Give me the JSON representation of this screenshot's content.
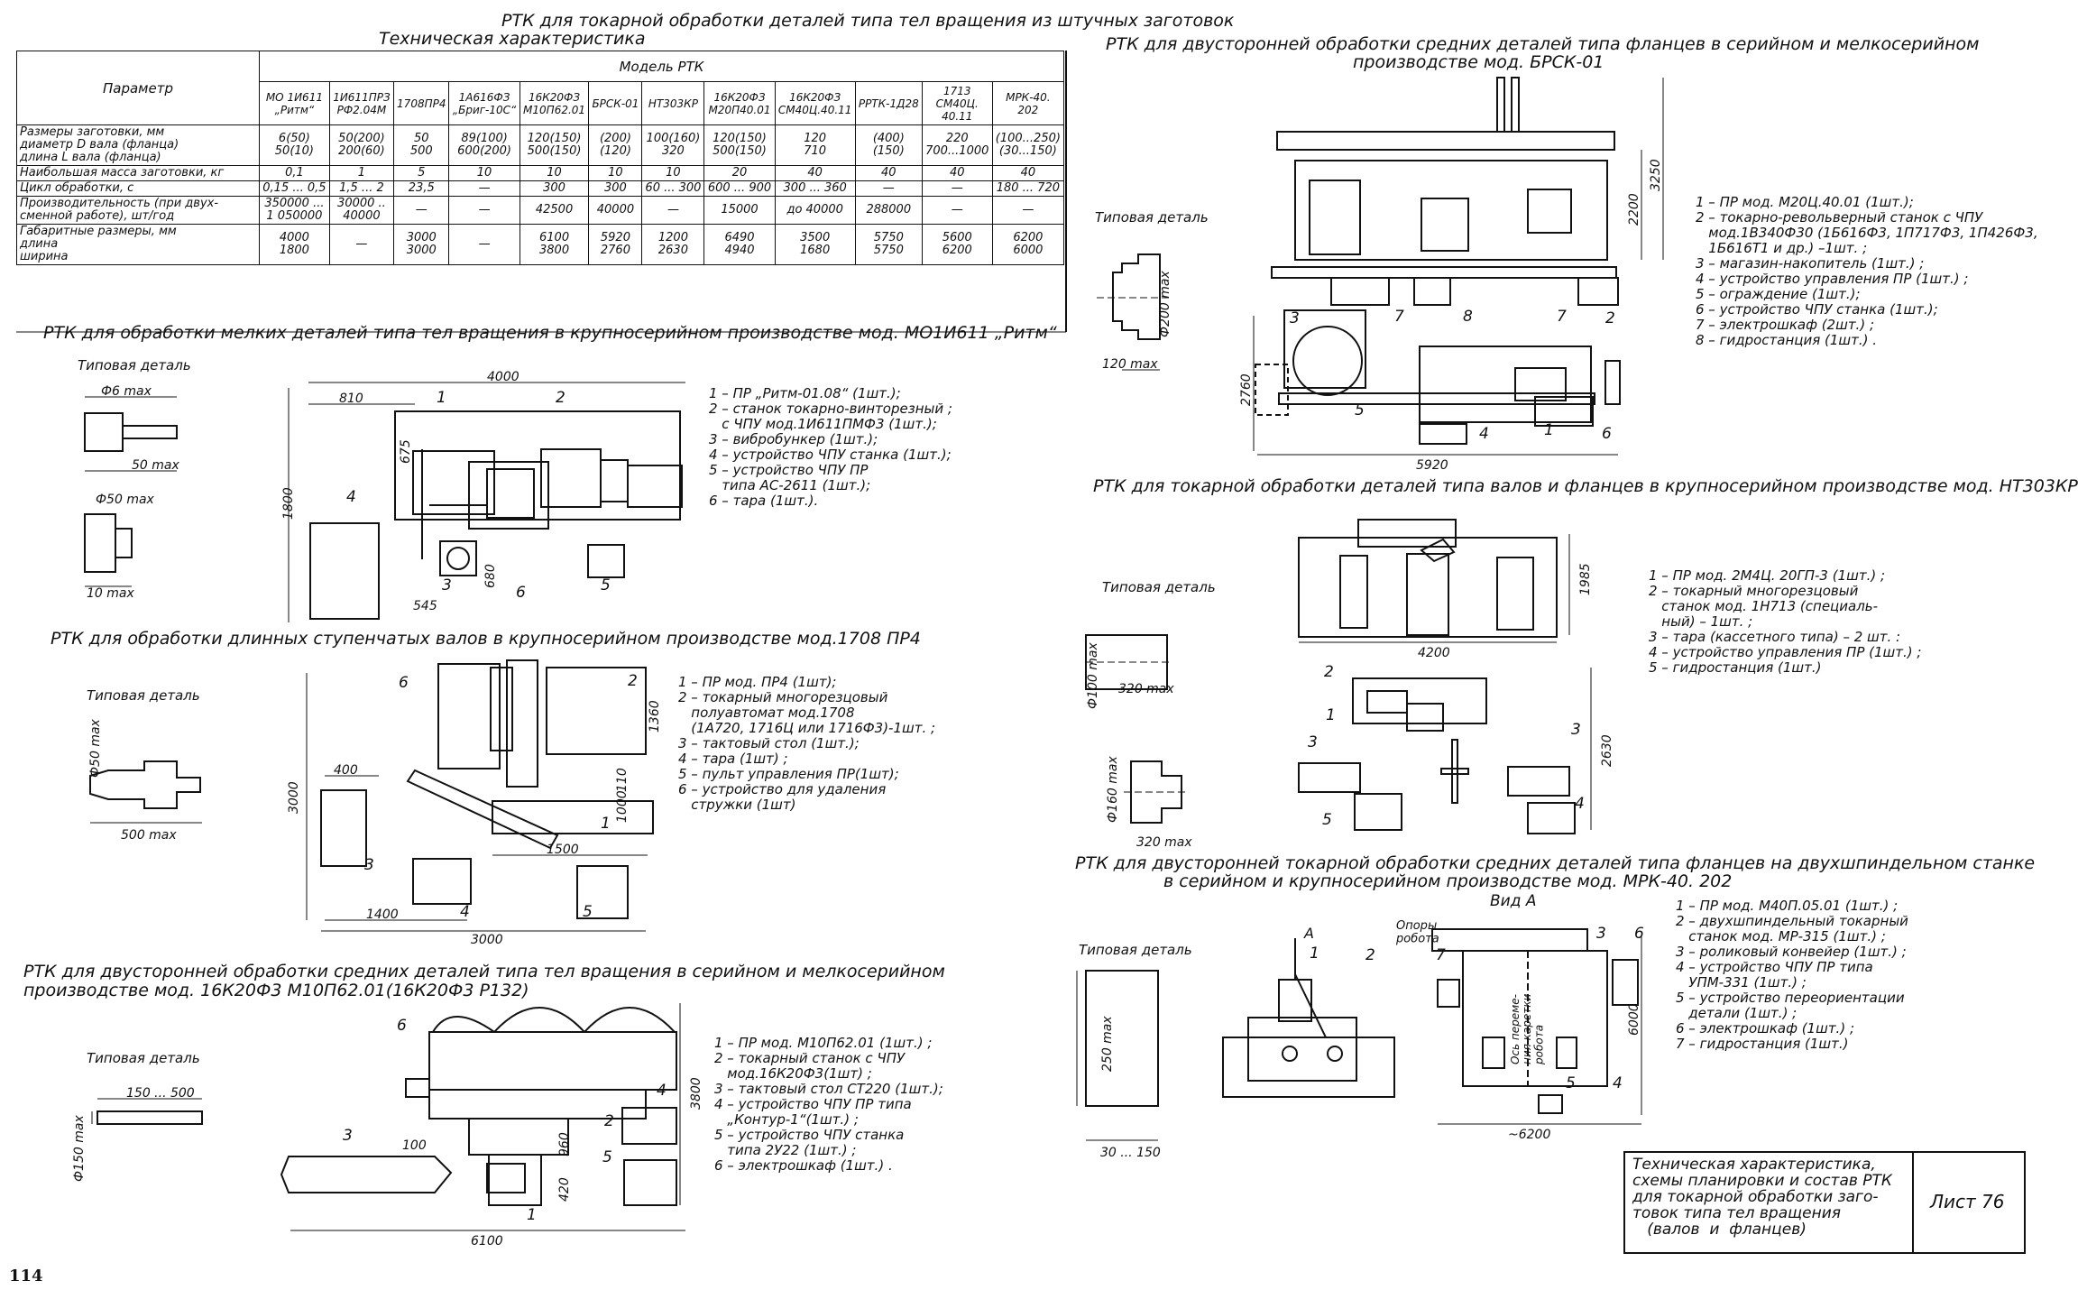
{
  "main_title": "РТК для токарной обработки деталей типа тел вращения из штучных заготовок",
  "table": {
    "title": "Техническая характеристика",
    "param_header": "Параметр",
    "model_header": "Модель РТК",
    "models": [
      "МО 1И611 „Ритм“",
      "1И611ПРЗ РФ2.04М",
      "1708ПР4",
      "1А616ФЗ „Бриг-10С“",
      "16К20ФЗ М10П62.01",
      "БРСК-01",
      "НТ303КР",
      "16К20ФЗ М20П40.01",
      "16К20ФЗ СМ40Ц.40.11",
      "РРТК-1Д28",
      "1713 СМ40Ц. 40.11",
      "МРК-40. 202"
    ],
    "rows": [
      {
        "param": "Размеры заготовки, мм\nдиаметр D вала (фланца)\nдлина L вала (фланца)",
        "values": [
          "6(50)\n50(10)",
          "50(200)\n200(60)",
          "50\n500",
          "89(100)\n600(200)",
          "120(150)\n500(150)",
          "(200)\n(120)",
          "100(160)\n320",
          "120(150)\n500(150)",
          "120\n710",
          "(400)\n(150)",
          "220\n700...1000",
          "(100...250)\n(30...150)"
        ]
      },
      {
        "param": "Наибольшая масса заготовки, кг",
        "values": [
          "0,1",
          "1",
          "5",
          "10",
          "10",
          "10",
          "10",
          "20",
          "40",
          "40",
          "40",
          "40"
        ]
      },
      {
        "param": "Цикл обработки, с",
        "values": [
          "0,15 ... 0,5",
          "1,5 ... 2",
          "23,5",
          "—",
          "300",
          "300",
          "60 ... 300",
          "600 ... 900",
          "300 ... 360",
          "—",
          "—",
          "180 ... 720"
        ]
      },
      {
        "param": "Производительность (при двух-\nсменной работе), шт/год",
        "values": [
          "350000 ...\n1 050000",
          "30000 ..\n40000",
          "—",
          "—",
          "42500",
          "40000",
          "—",
          "15000",
          "до 40000",
          "288000",
          "—",
          "—"
        ]
      },
      {
        "param": "Габаритные размеры, мм\nдлина\nширина",
        "values": [
          "4000\n1800",
          "—",
          "3000\n3000",
          "—",
          "6100\n3800",
          "5920\n2760",
          "1200\n2630",
          "6490\n4940",
          "3500\n1680",
          "5750\n5750",
          "5600\n6200",
          "6200\n6000"
        ]
      }
    ]
  },
  "typical_part": "Типовая деталь",
  "ritm": {
    "title": "РТК для обработки мелких деталей типа тел вращения в крупносерийном производстве мод. МО1И611 „Ритм“",
    "dims": {
      "d1": "Ф6 max",
      "l1": "50 max",
      "d2": "Ф50 max",
      "l2": "10 max",
      "w": "4000",
      "a": "810",
      "h": "1800",
      "b": "675",
      "c": "680",
      "e": "545"
    },
    "legend": "1 – ПР „Ритм-01.08“ (1шт.);\n2 – станок токарно-винторезный ;\n   с ЧПУ мод.1И611ПМФ3 (1шт.);\n3 – вибробункер (1шт.);\n4 – устройство ЧПУ станка (1шт.);\n5 – устройство ЧПУ ПР\n   типа АС-2611 (1шт.);\n6 – тара (1шт.)."
  },
  "pr4": {
    "title": "РТК для обработки длинных ступенчатых валов в крупносерийном производстве мод.1708 ПР4",
    "dims": {
      "d": "Ф50 max",
      "l": "500 max",
      "h": "3000",
      "a": "400",
      "b": "1500",
      "c": "1400",
      "w": "3000",
      "r": "1360",
      "s": "1000",
      "t": "110"
    },
    "legend": "1 – ПР мод. ПР4 (1шт);\n2 – токарный многорезцовый\n   полуавтомат мод.1708\n   (1А720, 1716Ц или 1716Ф3)-1шт. ;\n3 – тактовый стол (1шт.);\n4 – тара (1шт) ;\n5 – пульт управления ПР(1шт);\n6 – устройство для удаления\n   стружки (1шт)"
  },
  "k20": {
    "title": "РТК для двусторонней обработки средних деталей типа тел вращения в серийном и мелкосерийном",
    "title2": "производстве   мод. 16К20Ф3 М10П62.01(16К20Ф3 Р132)",
    "dims": {
      "l": "150 ... 500",
      "d": "Ф150 max",
      "a": "100",
      "w": "6100",
      "h": "3800",
      "b": "960",
      "c": "420"
    },
    "legend": "1 – ПР мод. М10П62.01 (1шт.) ;\n2 – токарный станок с ЧПУ\n   мод.16К20Ф3(1шт) ;\n3 – тактовый стол СТ220 (1шт.);\n4 – устройство ЧПУ ПР типа\n   „Контур-1“(1шт.) ;\n5 – устройство ЧПУ станка\n   типа 2У22 (1шт.) ;\n6 – электрошкаф (1шт.) ."
  },
  "brsk": {
    "title": "РТК для двусторонней обработки средних деталей типа фланцев в серийном и мелкосерийном",
    "title2": "производстве   мод. БРСК-01",
    "dims": {
      "d": "Ф200 max",
      "l": "120 max",
      "h1": "3250",
      "h2": "2200",
      "w": "5920",
      "h3": "2760"
    },
    "legend": "1 – ПР мод. М20Ц.40.01 (1шт.);\n2 – токарно-револьверный станок с ЧПУ\n   мод.1В340Ф30 (1Б616Ф3, 1П717Ф3, 1П426Ф3,\n   1Б616Т1 и др.) –1шт. ;\n3 – магазин-накопитель (1шт.) ;\n4 – устройство управления ПР (1шт.) ;\n5 – ограждение (1шт.);\n6 – устройство ЧПУ станка (1шт.);\n7 – электрошкаф (2шт.) ;\n8 – гидростанция (1шт.) ."
  },
  "nt303": {
    "title": "РТК для токарной обработки деталей типа валов и фланцев в крупносерийном производстве мод. НТ303КР",
    "dims": {
      "d1": "Ф100 max",
      "l1": "320 max",
      "d2": "Ф160 max",
      "l2": "320 max",
      "w": "4200",
      "h1": "1985",
      "h2": "2630"
    },
    "legend": "1 – ПР мод. 2М4Ц. 20ГП-3 (1шт.) ;\n2 – токарный многорезцовый\n   станок мод. 1Н713 (специаль-\n   ный) – 1шт. ;\n3 – тара (кассетного типа) – 2 шт. :\n4 – устройство управления ПР (1шт.) ;\n5 – гидростанция (1шт.)"
  },
  "mrk": {
    "title": "РТК для двусторонней токарной обработки средних деталей типа фланцев на двухшпиндельном станке",
    "title2": "в серийном и крупносерийном производстве   мод. МРК-40. 202",
    "view": "Вид А",
    "arrow": "А",
    "supports": "Опоры\nробота",
    "axis": "Ось переме-\nния каретки\nробота",
    "dims": {
      "d": "250 max",
      "l": "30 ... 150",
      "w": "~6200",
      "h": "6000"
    },
    "legend": "1 – ПР мод. М40П.05.01 (1шт.) ;\n2 – двухшпиндельный токарный\n   станок мод. МР-315 (1шт.) ;\n3 – роликовый конвейер (1шт.) ;\n4 – устройство ЧПУ ПР типа\n   УПМ-331 (1шт.) ;\n5 – устройство переориентации\n   детали (1шт.) ;\n6 – электрошкаф (1шт.) ;\n7 – гидростанция (1шт.)"
  },
  "title_block": {
    "text": "Техническая характеристика,\nсхемы планировки и состав РТК\nдля токарной обработки заго-\nтовок типа тел вращения\n   (валов  и  фланцев)",
    "sheet": "Лист 76"
  },
  "page_number": "114",
  "markers": [
    "1",
    "2",
    "3",
    "4",
    "5",
    "6",
    "7",
    "8"
  ]
}
